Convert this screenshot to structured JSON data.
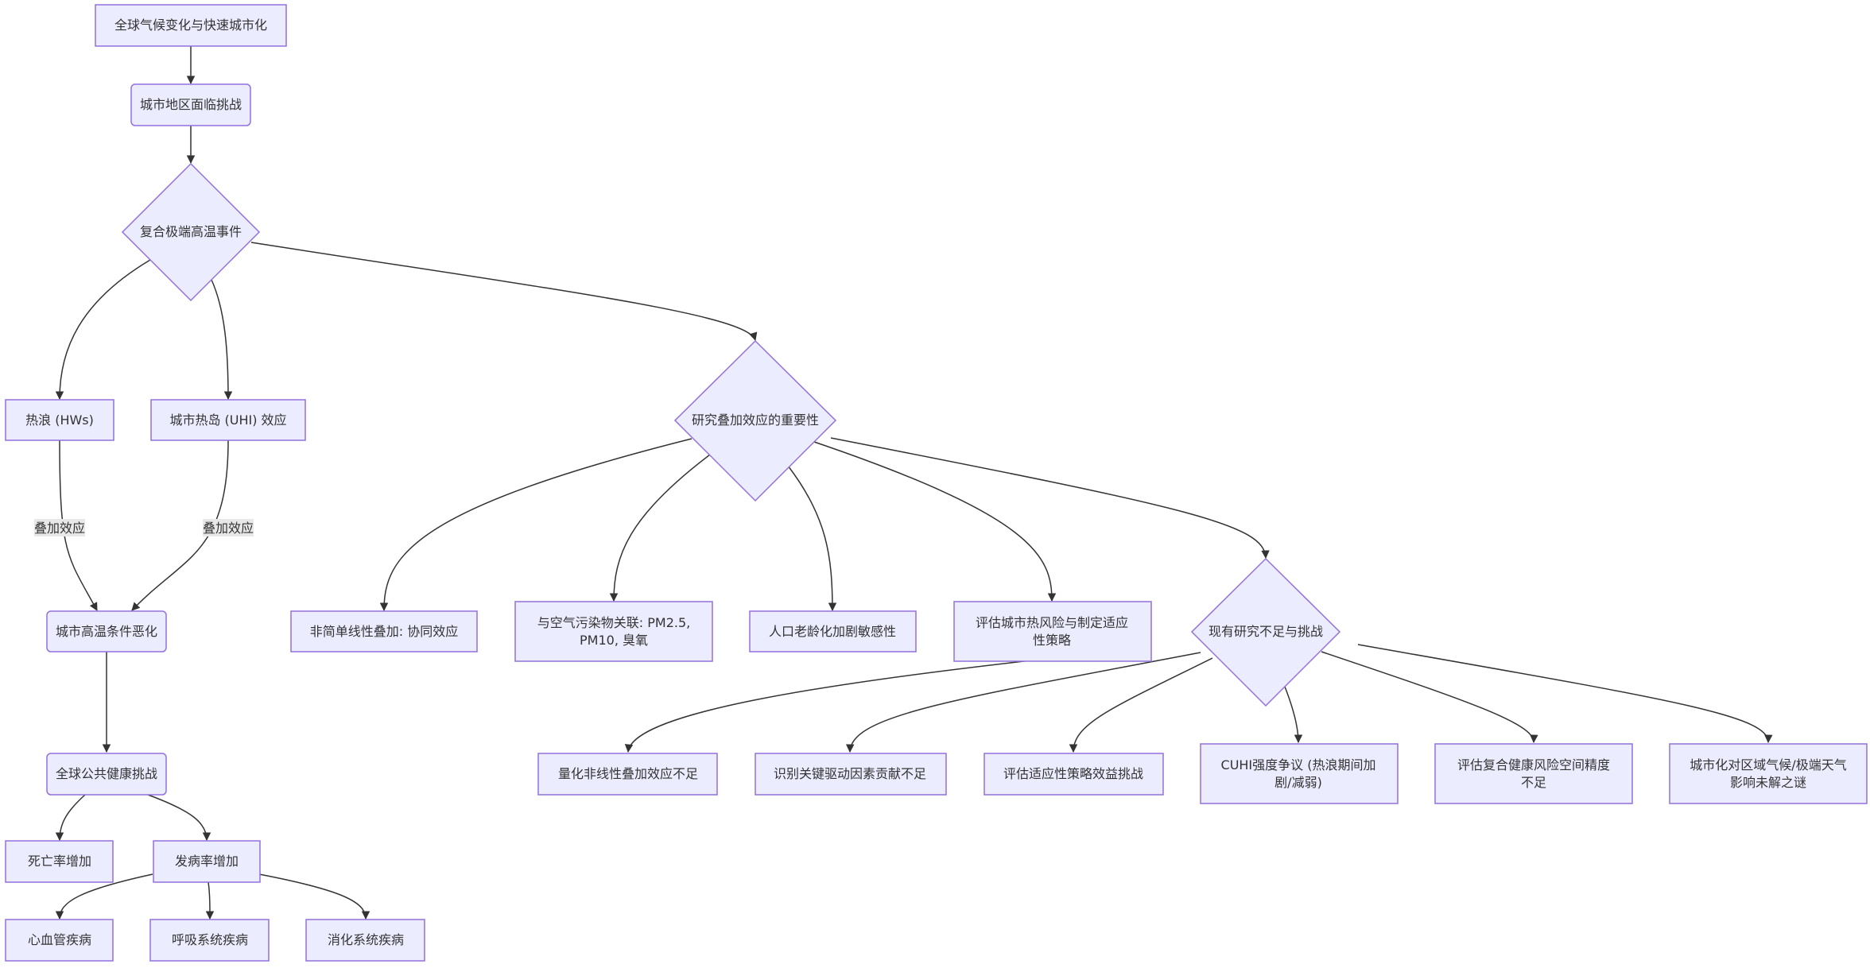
{
  "nodes": {
    "n1": "全球气候变化与快速城市化",
    "n2": "城市地区面临挑战",
    "n3": "复合极端高温事件",
    "n4": "热浪 (HWs)",
    "n5": "城市热岛 (UHI) 效应",
    "n6": "城市高温条件恶化",
    "n7": "全球公共健康挑战",
    "n8": "死亡率增加",
    "n9": "发病率增加",
    "n10": "心血管疾病",
    "n11": "呼吸系统疾病",
    "n12": "消化系统疾病",
    "n13": "研究叠加效应的重要性",
    "n14": "非简单线性叠加: 协同效应",
    "n15": [
      "与空气污染物关联: PM2.5,",
      "PM10, 臭氧"
    ],
    "n16": "人口老龄化加剧敏感性",
    "n17": [
      "评估城市热风险与制定适应",
      "性策略"
    ],
    "n18": "现有研究不足与挑战",
    "n19": "量化非线性叠加效应不足",
    "n20": "识别关键驱动因素贡献不足",
    "n21": "评估适应性策略效益挑战",
    "n22": [
      "CUHI强度争议 (热浪期间加",
      "剧/减弱)"
    ],
    "n23": [
      "评估复合健康风险空间精度",
      "不足"
    ],
    "n24": [
      "城市化对区域气候/极端天气",
      "影响未解之谜"
    ]
  },
  "edge_labels": {
    "e4": "叠加效应",
    "e5": "叠加效应"
  },
  "colors": {
    "node_fill": "#ECECFF",
    "node_stroke": "#9370DB",
    "edge": "#333333",
    "text": "#333333",
    "edge_label_bg": "#e8e8e8"
  }
}
